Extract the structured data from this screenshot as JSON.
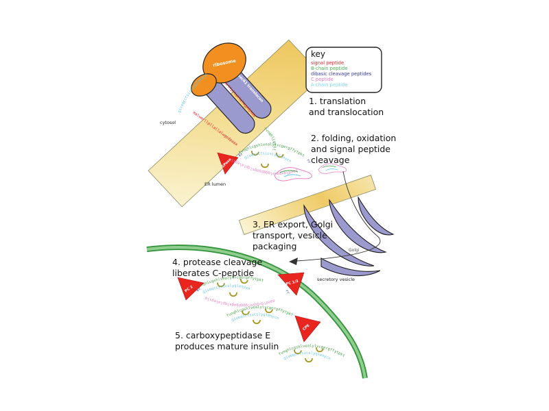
{
  "key": {
    "title": "key",
    "items": [
      {
        "label": "signal peptide",
        "color": "#e8252a"
      },
      {
        "label": "B-chain peptide",
        "color": "#4caf50"
      },
      {
        "label": "dibasic cleavage peptides",
        "color": "#333a9e"
      },
      {
        "label": "C peptide",
        "color": "#ee7cc0"
      },
      {
        "label": "A-chain peptide",
        "color": "#7fd4f2"
      }
    ]
  },
  "steps": [
    {
      "lines": [
        "1. translation",
        "and translocation"
      ]
    },
    {
      "lines": [
        "2. folding, oxidation",
        "and signal peptide",
        "cleavage"
      ]
    },
    {
      "lines": [
        "3. ER export, Golgi",
        "transport, vesicle",
        "packaging"
      ]
    },
    {
      "lines": [
        "4. protease cleavage",
        "liberates C-peptide"
      ]
    },
    {
      "lines": [
        "5. carboxypeptidase E",
        "produces mature insulin"
      ]
    }
  ],
  "labels": {
    "cytosol": "cytosol",
    "er_lumen": "ER lumen",
    "golgi": "Golgi",
    "secretory_vesicle": "secretory vesicle",
    "ribosome": "ribosome",
    "translocon": "sec61 translocon"
  },
  "enzymes": {
    "spase": "SPase",
    "pc2": "PC 2",
    "pc13": "PC 1/3",
    "cpe": "CPE"
  },
  "sequences": {
    "signal": "malwmrllpllallalwgpdpaaa",
    "b_chain": "fvnqhlcgshlvealylvcgergffytpkt",
    "dibasic_rr": "rr",
    "dibasic_kr": "kr",
    "c_peptide": "eaedlqvgqvelgggpgagslqplalegslq",
    "a_chain": "giveqcctsicslyqlenycn"
  },
  "colors": {
    "signal": "#e8252a",
    "b_chain": "#43a047",
    "a_chain": "#64c7ec",
    "c_peptide": "#ef7fc0",
    "dibasic": "#2d3a99",
    "membrane_gold": "#eec75e",
    "organelle_purple": "#9b9ace",
    "ribosome_orange": "#f19020",
    "vesicle_green": "#37953f",
    "protease_red": "#e8251f",
    "disulfide_olive": "#a8951d"
  }
}
